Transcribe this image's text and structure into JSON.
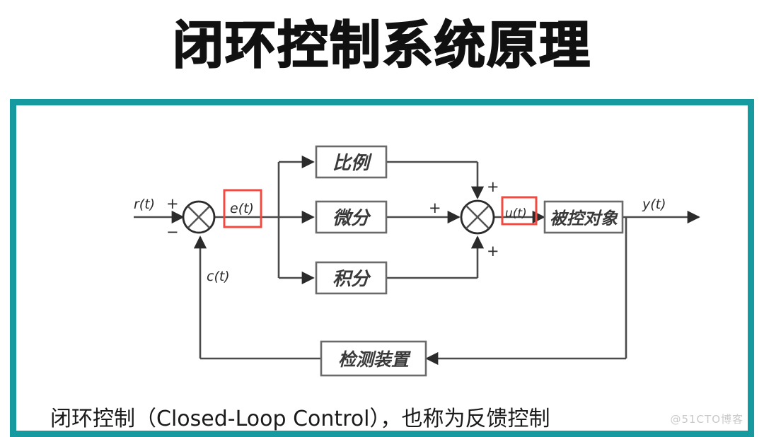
{
  "title": "闭环控制系统原理",
  "panel": {
    "border_color": "#169aa0"
  },
  "caption": "闭环控制（Closed-Loop Control），也称为反馈控制",
  "watermark": "@51CTO博客",
  "diagram": {
    "highlight_color": "#f04a41",
    "line_color": "#3a3a3a",
    "signals": {
      "input": "r(t)",
      "error": "e(t)",
      "control": "u(t)",
      "output": "y(t)",
      "feedback": "c(t)"
    },
    "signs": {
      "sum1_plus": "+",
      "sum1_minus": "−",
      "sum2_top_plus": "+",
      "sum2_mid_plus": "+",
      "sum2_bot_plus": "+"
    },
    "blocks": [
      {
        "id": "proportional",
        "label": "比例"
      },
      {
        "id": "derivative",
        "label": "微分"
      },
      {
        "id": "integral",
        "label": "积分"
      },
      {
        "id": "plant",
        "label": "被控对象"
      },
      {
        "id": "sensor",
        "label": "检测装置"
      }
    ],
    "junctions": [
      {
        "id": "sum-error",
        "glyph": "X"
      },
      {
        "id": "sum-control",
        "glyph": "X"
      }
    ]
  }
}
